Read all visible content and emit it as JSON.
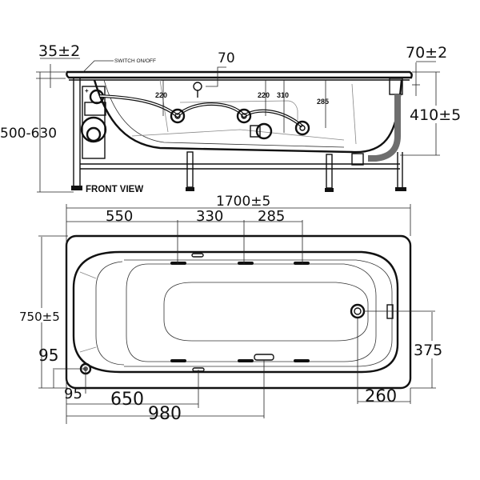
{
  "front_view": {
    "label": "FRONT VIEW",
    "switch_label": "SWITCH ON/OFF",
    "dims": {
      "rim_thickness": "35±2",
      "overall_height": "500-630",
      "jet_offset": "70",
      "jet_depth_1": "220",
      "jet_depth_2": "220",
      "jet_depth_3": "310",
      "jet_depth_4": "285",
      "right_rim": "70±2",
      "inner_depth": "410±5"
    }
  },
  "top_view": {
    "dims": {
      "overall_length": "1700±5",
      "jet_spacing_1": "550",
      "jet_spacing_2": "330",
      "jet_spacing_3": "285",
      "overall_width": "750±5",
      "control_offset_y": "95",
      "control_offset_x": "95",
      "suction_x": "650",
      "handle_x": "980",
      "drain_y": "375",
      "drain_x": "260"
    }
  },
  "colors": {
    "line": "#111111",
    "hose": "#6e6e6e",
    "background": "#ffffff"
  }
}
